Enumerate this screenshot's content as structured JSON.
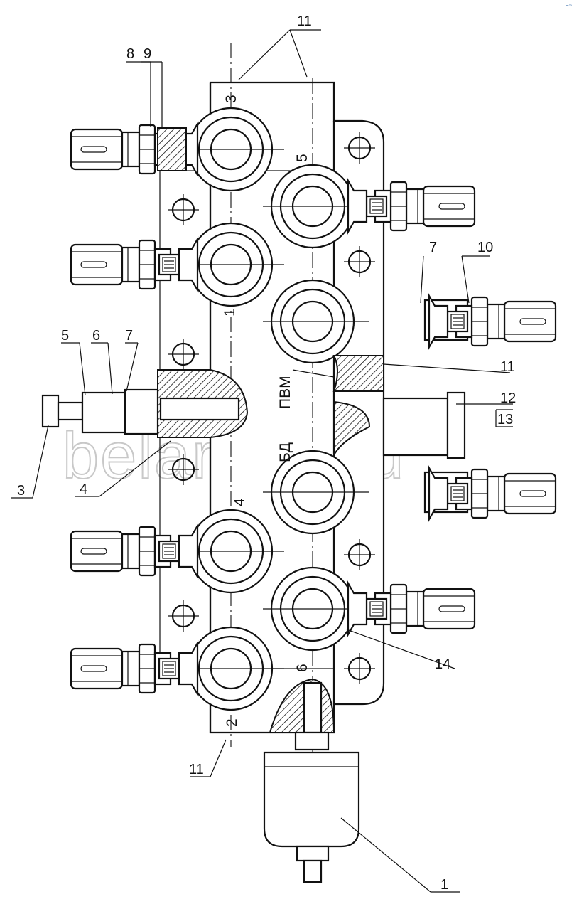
{
  "watermark": "belarus1.ru",
  "channel_marks": {
    "m1": "1",
    "m2": "2",
    "m3": "3",
    "m4": "4",
    "m5": "5",
    "m6": "6"
  },
  "body_labels": {
    "pvm": "ПВМ",
    "bd": "БД"
  },
  "callouts": {
    "c1": "1",
    "c3": "3",
    "c4": "4",
    "c5": "5",
    "c6": "6",
    "c7_left": "7",
    "c7_right": "7",
    "c8": "8",
    "c9": "9",
    "c10": "10",
    "c11_top": "11",
    "c11_mid": "11",
    "c11_bottom": "11",
    "c12": "12",
    "c13": "13",
    "c14": "14"
  }
}
